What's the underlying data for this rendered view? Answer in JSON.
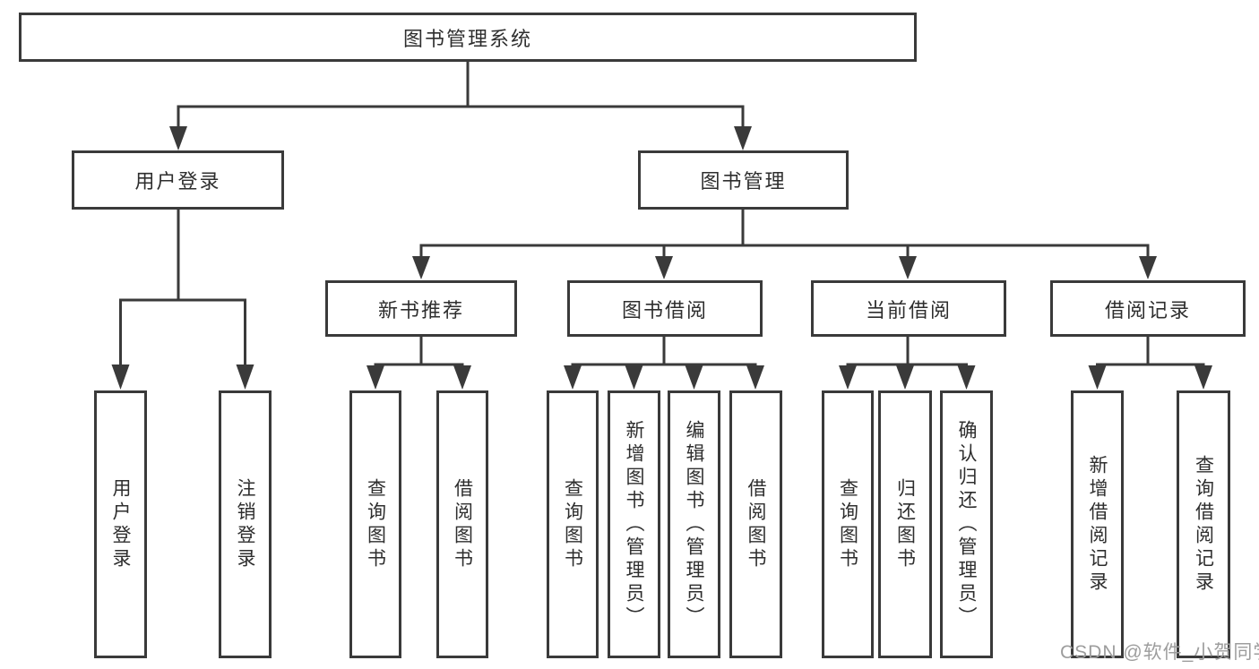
{
  "diagram": {
    "title": "图书管理系统",
    "level2": {
      "user_login": "用户登录",
      "book_management": "图书管理"
    },
    "level3": {
      "new_book_recommend": "新书推荐",
      "book_borrow": "图书借阅",
      "current_borrow": "当前借阅",
      "borrow_records": "借阅记录"
    },
    "leaves": {
      "user_login": "用户登录",
      "logout": "注销登录",
      "query_book_recommend": "查询图书",
      "borrow_book_recommend": "借阅图书",
      "query_book_borrow": "查询图书",
      "add_book_admin": "新增图书（管理员）",
      "edit_book_admin": "编辑图书（管理员）",
      "borrow_book_2": "借阅图书",
      "query_book_current": "查询图书",
      "return_book": "归还图书",
      "confirm_return_admin": "确认归还（管理员）",
      "add_borrow_record": "新增借阅记录",
      "query_borrow_record": "查询借阅记录"
    },
    "watermark": "CSDN @软件_小贺同学",
    "colors": {
      "line": "#3a3a3a",
      "text": "#2e2e2e",
      "watermark": "#9d9d9d",
      "background": "#ffffff"
    }
  }
}
